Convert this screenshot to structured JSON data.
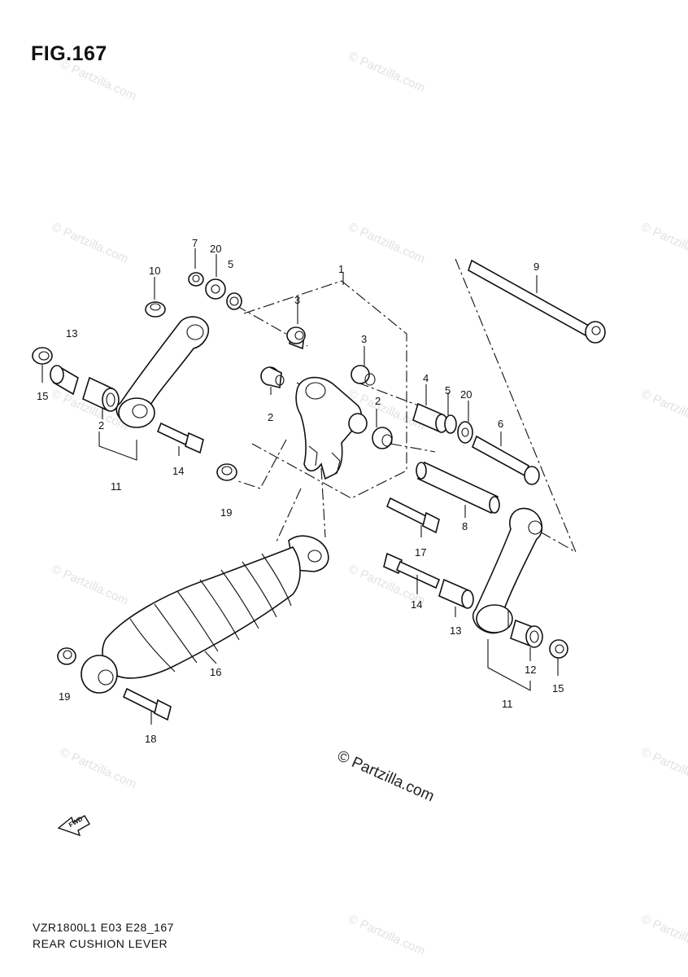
{
  "figure": {
    "title": "FIG.167",
    "model_code": "VZR1800L1 E03 E28_167",
    "caption": "REAR CUSHION LEVER",
    "copyright": "© Partzilla.com",
    "watermark": "© Partzilla.com",
    "fwd_label": "FWD"
  },
  "callouts": [
    "1",
    "2",
    "2",
    "2",
    "3",
    "3",
    "4",
    "5",
    "5",
    "6",
    "7",
    "8",
    "9",
    "10",
    "11",
    "11",
    "12",
    "13",
    "13",
    "14",
    "14",
    "15",
    "15",
    "16",
    "17",
    "18",
    "19",
    "19",
    "20",
    "20"
  ]
}
